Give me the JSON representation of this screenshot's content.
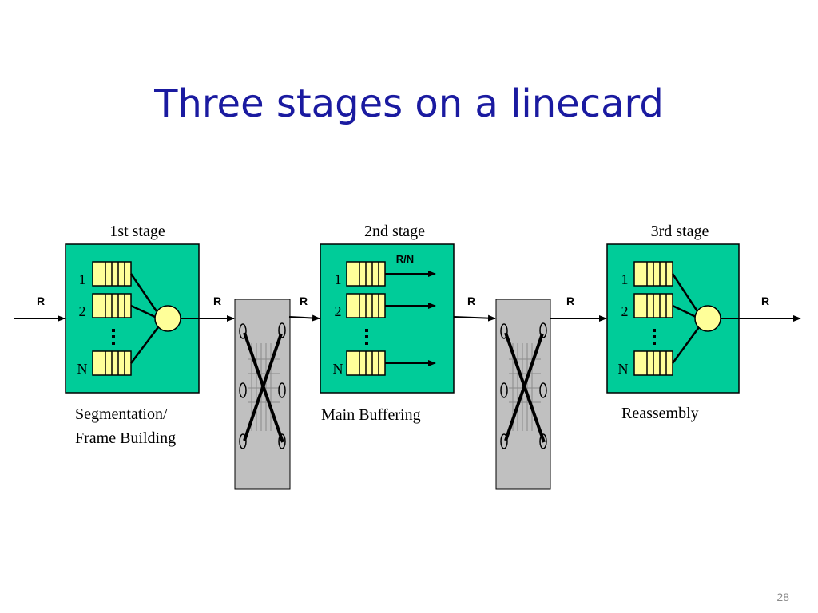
{
  "slide": {
    "title": "Three stages on a linecard",
    "page_number": "28"
  },
  "stages": [
    {
      "heading": "1st stage",
      "caption_lines": [
        "Segmentation/",
        "Frame Building"
      ]
    },
    {
      "heading": "2nd stage",
      "caption_lines": [
        "Main Buffering"
      ]
    },
    {
      "heading": "3rd stage",
      "caption_lines": [
        "Reassembly"
      ]
    }
  ],
  "queue_labels": [
    "1",
    "2",
    "N"
  ],
  "rate_label": "R",
  "per_queue_rate_label": "R/N",
  "colors": {
    "title": "#1a1aa0",
    "card": "#00cc99",
    "queue": "#ffff99",
    "merger": "#ffff99",
    "switch": "#c0c0c0"
  }
}
